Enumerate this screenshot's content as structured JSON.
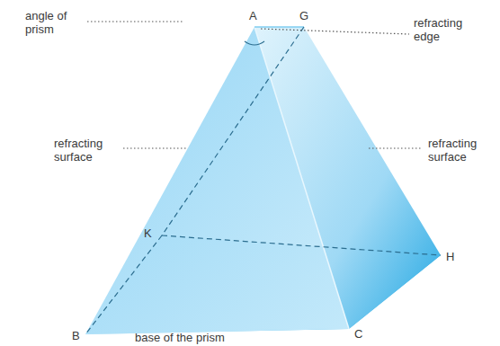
{
  "diagram": {
    "labels": [
      "A",
      "G",
      "angle of prism",
      "refracting edge",
      "refracting surface",
      "refracting surface",
      "K",
      "H",
      "B",
      "C",
      "base of the prism"
    ]
  }
}
